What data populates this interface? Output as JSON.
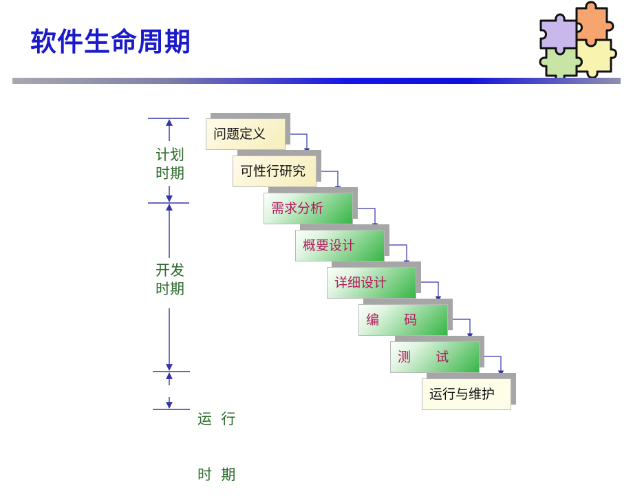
{
  "title": "软件生命周期",
  "phases": {
    "plan": [
      "计划",
      "时期"
    ],
    "dev": [
      "开发",
      "时期"
    ],
    "run": [
      "运  行",
      "时  期"
    ]
  },
  "steps": [
    {
      "label": "问题定义",
      "group": "plan"
    },
    {
      "label": "可性行研究",
      "group": "plan"
    },
    {
      "label": "需求分析",
      "group": "dev"
    },
    {
      "label": "概要设计",
      "group": "dev"
    },
    {
      "label": "详细设计",
      "group": "dev"
    },
    {
      "label": "编      码",
      "group": "dev"
    },
    {
      "label": "测      试",
      "group": "dev"
    },
    {
      "label": "运行与维护",
      "group": "run"
    }
  ],
  "colors": {
    "title": "#1a1acc",
    "connector": "#3333aa",
    "phase_text": "#2a6a2a",
    "dev_text": "#b01a5a"
  },
  "icons": [
    "puzzle-pieces-icon"
  ]
}
